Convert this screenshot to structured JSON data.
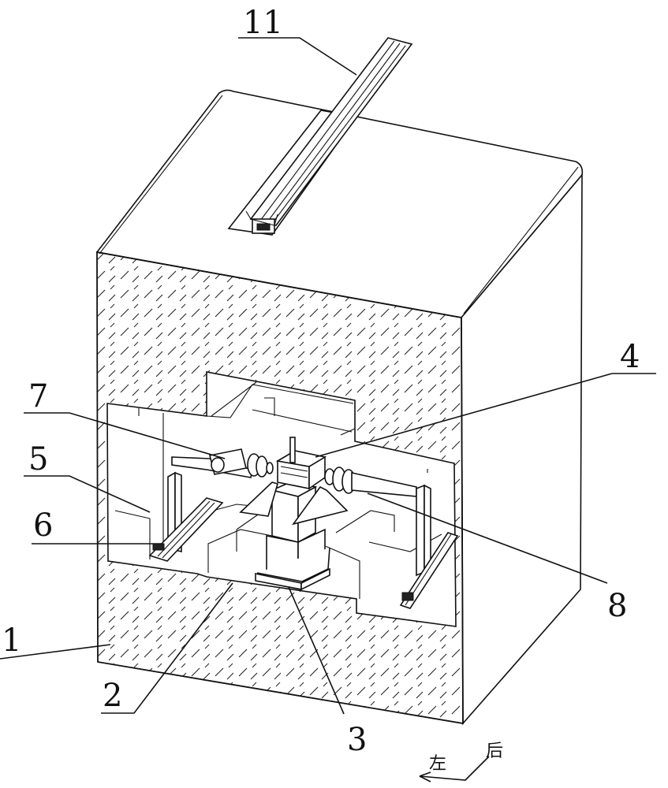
{
  "labels": {
    "l1": "1",
    "l2": "2",
    "l3": "3",
    "l4": "4",
    "l5": "5",
    "l6": "6",
    "l7": "7",
    "l8": "8",
    "l11": "11"
  },
  "directions": {
    "rear": "后",
    "left": "左"
  }
}
